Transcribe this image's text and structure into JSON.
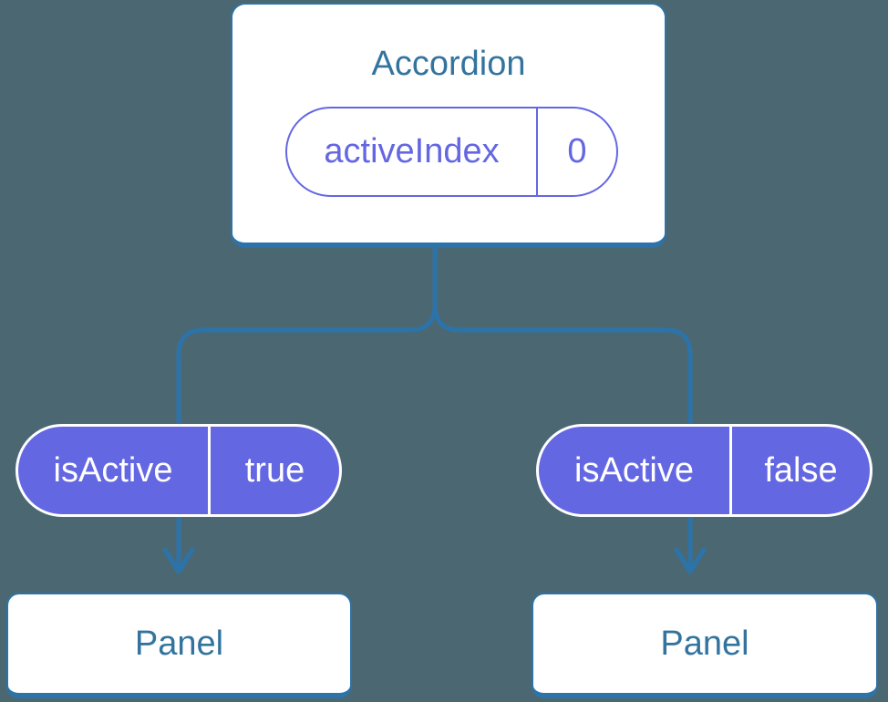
{
  "colors": {
    "background": "#4B6872",
    "box_fill": "#FFFFFF",
    "blue_line": "#2C73A9",
    "blue_text": "#33749E",
    "purple": "#6467E2",
    "white": "#FFFFFF"
  },
  "accordion": {
    "title": "Accordion",
    "state_pill": {
      "label": "activeIndex",
      "value": "0"
    }
  },
  "props": {
    "left": {
      "label": "isActive",
      "value": "true"
    },
    "right": {
      "label": "isActive",
      "value": "false"
    }
  },
  "panels": {
    "left": {
      "title": "Panel"
    },
    "right": {
      "title": "Panel"
    }
  }
}
